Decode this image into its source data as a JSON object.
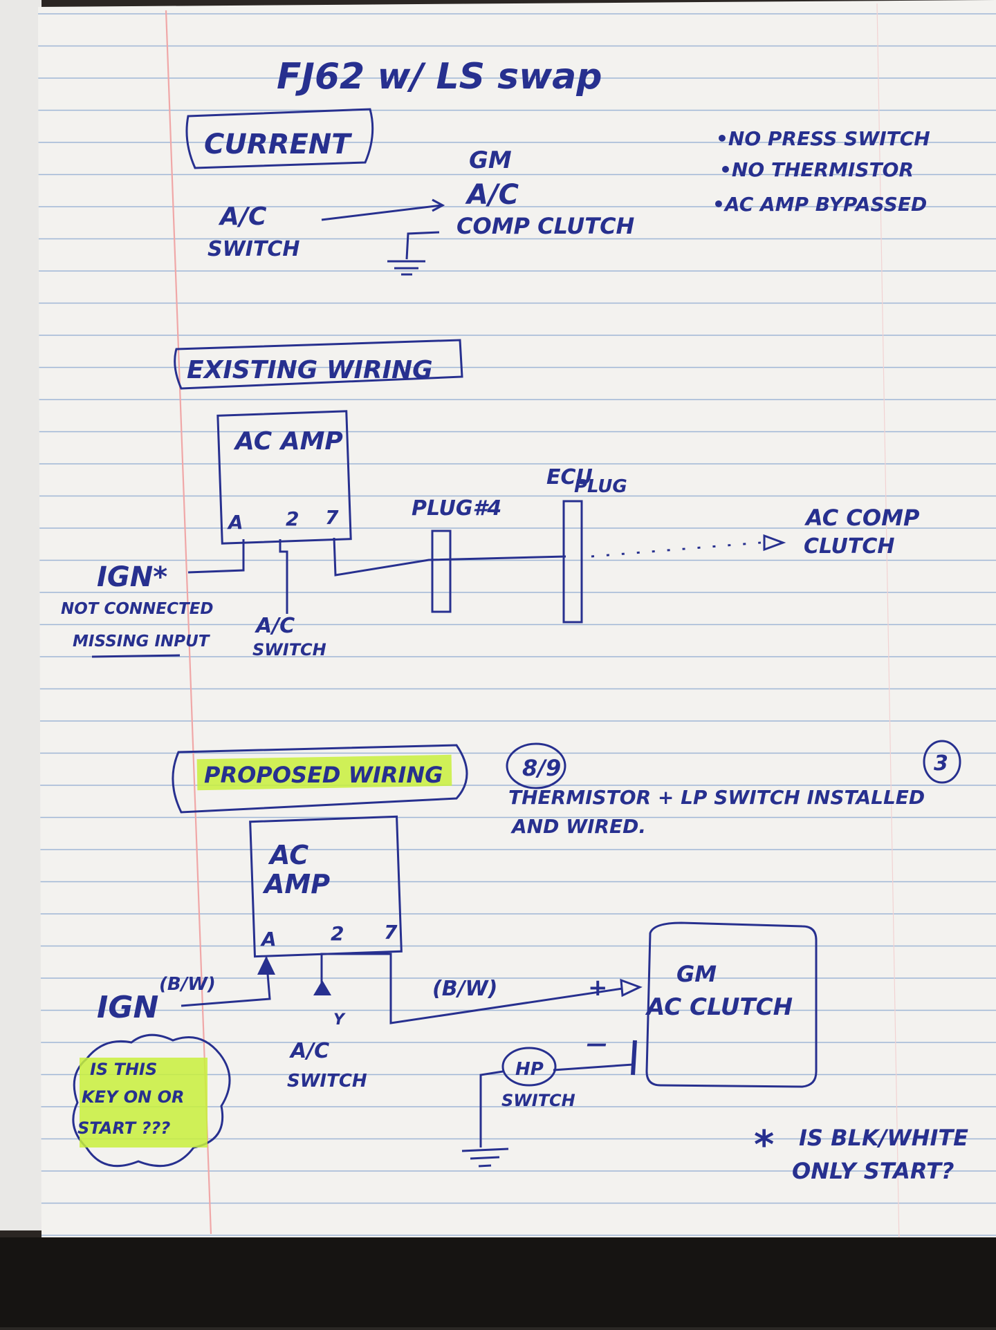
{
  "title": "FJ62 w/ LS swap",
  "ink_color": "#27308f",
  "highlight_color": "#c8f03c",
  "sections": {
    "current": {
      "heading": "CURRENT",
      "ac_switch_line1": "A/C",
      "ac_switch_line2": "SWITCH",
      "clutch_line1": "GM",
      "clutch_line2": "A/C",
      "clutch_line3": "COMP CLUTCH",
      "notes": [
        "•NO PRESS SWITCH",
        "•NO THERMISTOR",
        "•AC AMP BYPASSED"
      ]
    },
    "existing": {
      "heading": "EXISTING WIRING",
      "amp_label": "AC AMP",
      "pins": [
        "A",
        "2",
        "7"
      ],
      "plug4_label": "PLUG#4",
      "ecu_label_line1": "ECU",
      "ecu_label_line2": "PLUG",
      "comp_label_line1": "AC COMP",
      "comp_label_line2": "CLUTCH",
      "ign_label": "IGN*",
      "ign_note1": "NOT CONNECTED",
      "ign_note2": "MISSING INPUT",
      "ac_switch_line1": "A/C",
      "ac_switch_line2": "SWITCH"
    },
    "proposed": {
      "heading": "PROPOSED WIRING",
      "date": "8/9",
      "circled_number": "3",
      "note_line1": "THERMISTOR + LP SWITCH INSTALLED",
      "note_line2": "AND WIRED.",
      "amp_line1": "AC",
      "amp_line2": "AMP",
      "pins": [
        "A",
        "2",
        "7"
      ],
      "ign_label": "IGN",
      "ign_wire": "(B/W)",
      "out_wire": "(B/W)",
      "ac_switch_line1": "A/C",
      "ac_switch_line2": "SWITCH",
      "wire_mark": "Y",
      "plus": "+",
      "minus": "—",
      "clutch_line1": "GM",
      "clutch_line2": "AC CLUTCH",
      "hp_label": "HP",
      "hp_switch": "SWITCH",
      "question_line1": "IS THIS",
      "question_line2": "KEY ON OR",
      "question_line3": "START ???",
      "footnote_star": "*",
      "footnote_line1": "IS BLK/WHITE",
      "footnote_line2": "ONLY START?"
    }
  }
}
